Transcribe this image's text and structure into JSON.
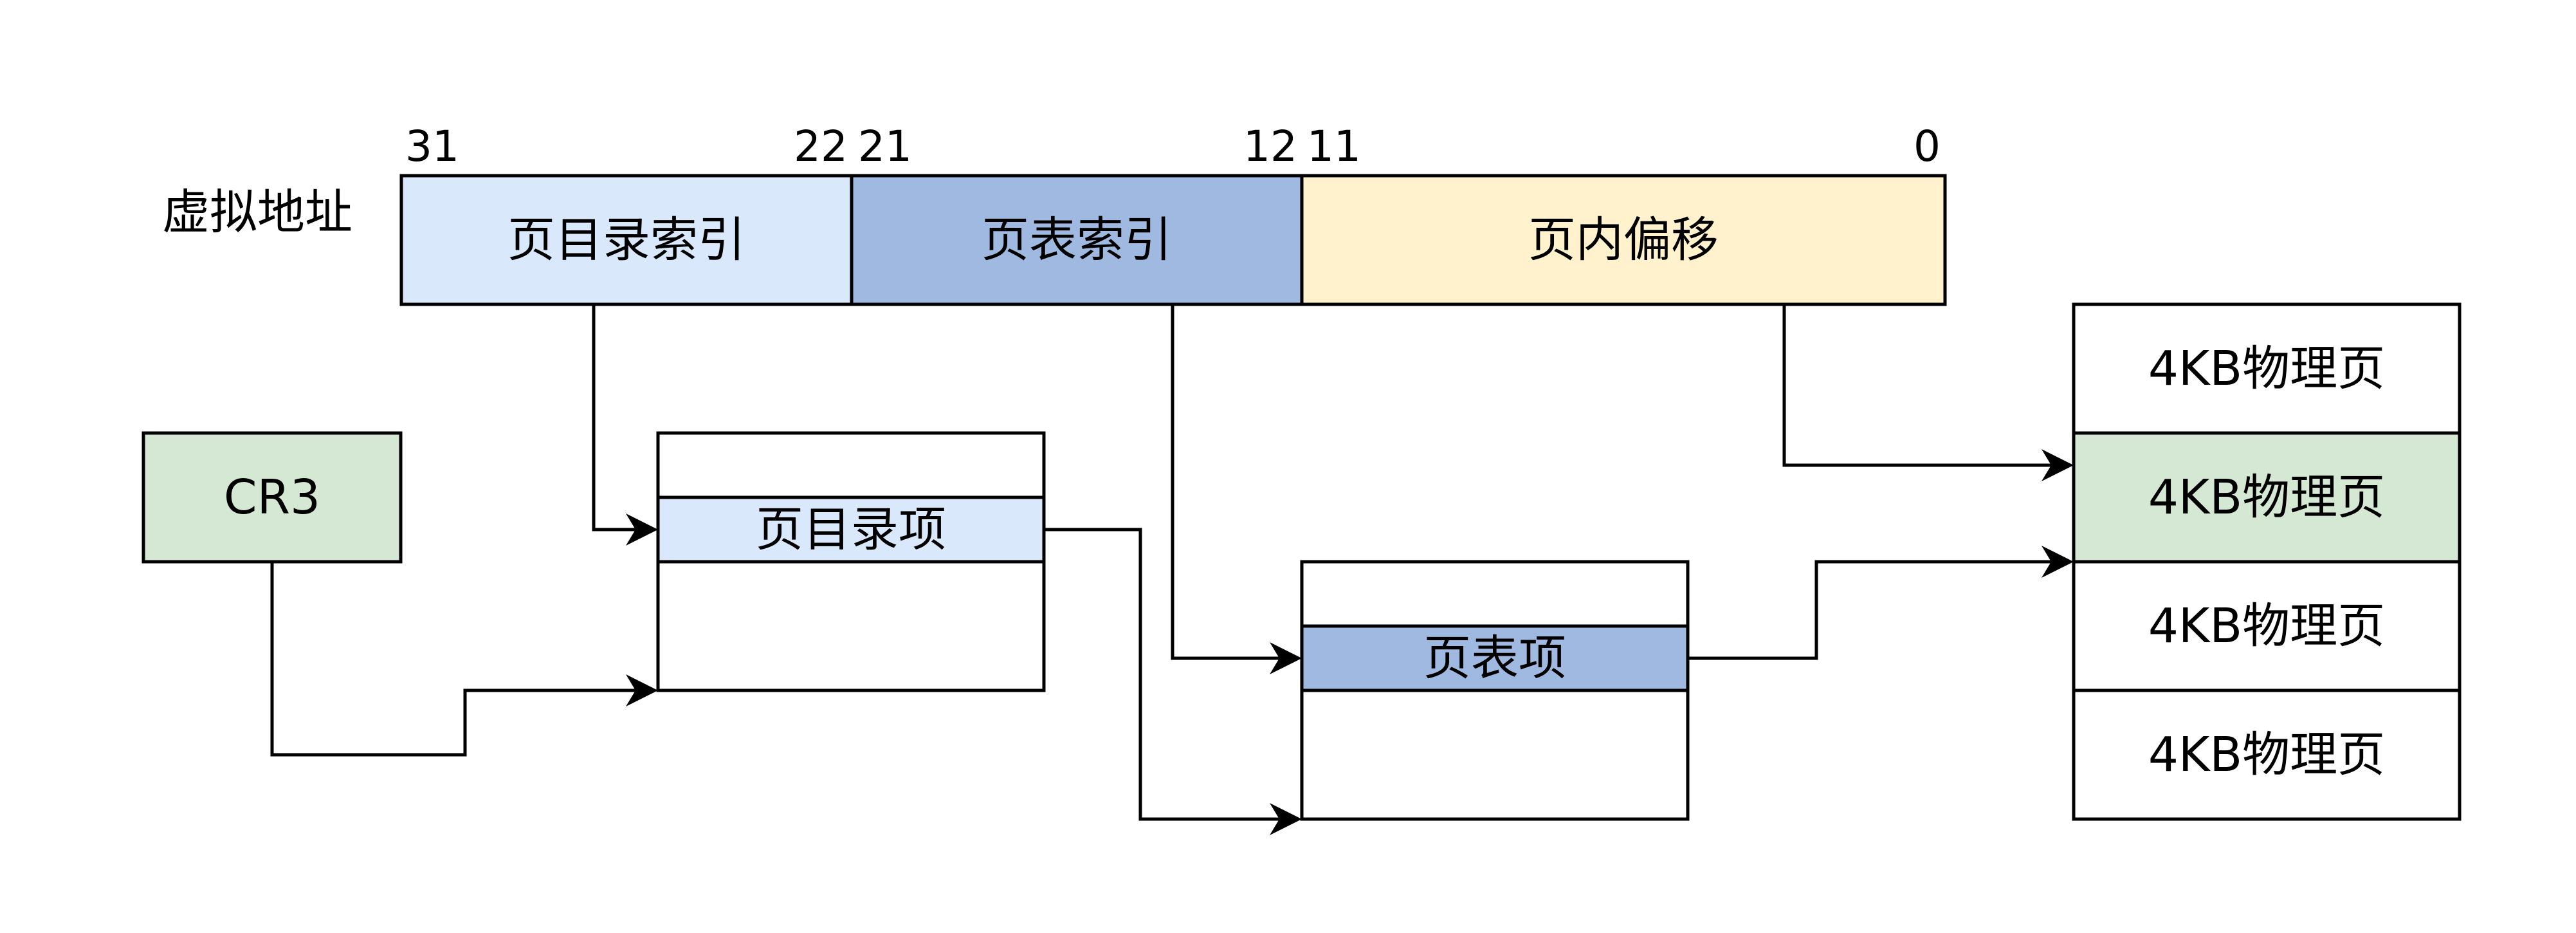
{
  "virtual_address": {
    "label": "虚拟地址",
    "bits": {
      "b31": "31",
      "b22": "22",
      "b21": "21",
      "b12": "12",
      "b11": "11",
      "b0": "0"
    },
    "fields": {
      "directory": {
        "label": "页目录索引",
        "color": "#dae8fc"
      },
      "table": {
        "label": "页表索引",
        "color": "#a0b9e0"
      },
      "offset": {
        "label": "页内偏移",
        "color": "#fff2cc"
      }
    }
  },
  "cr3": {
    "label": "CR3",
    "color": "#d5e8d4"
  },
  "page_directory": {
    "entry_label": "页目录项",
    "entry_color": "#dae8fc"
  },
  "page_table": {
    "entry_label": "页表项",
    "entry_color": "#a0b9e0"
  },
  "physical_pages": {
    "items": [
      {
        "label": "4KB物理页",
        "color": "#ffffff"
      },
      {
        "label": "4KB物理页",
        "color": "#d5e8d4"
      },
      {
        "label": "4KB物理页",
        "color": "#ffffff"
      },
      {
        "label": "4KB物理页",
        "color": "#ffffff"
      }
    ]
  }
}
